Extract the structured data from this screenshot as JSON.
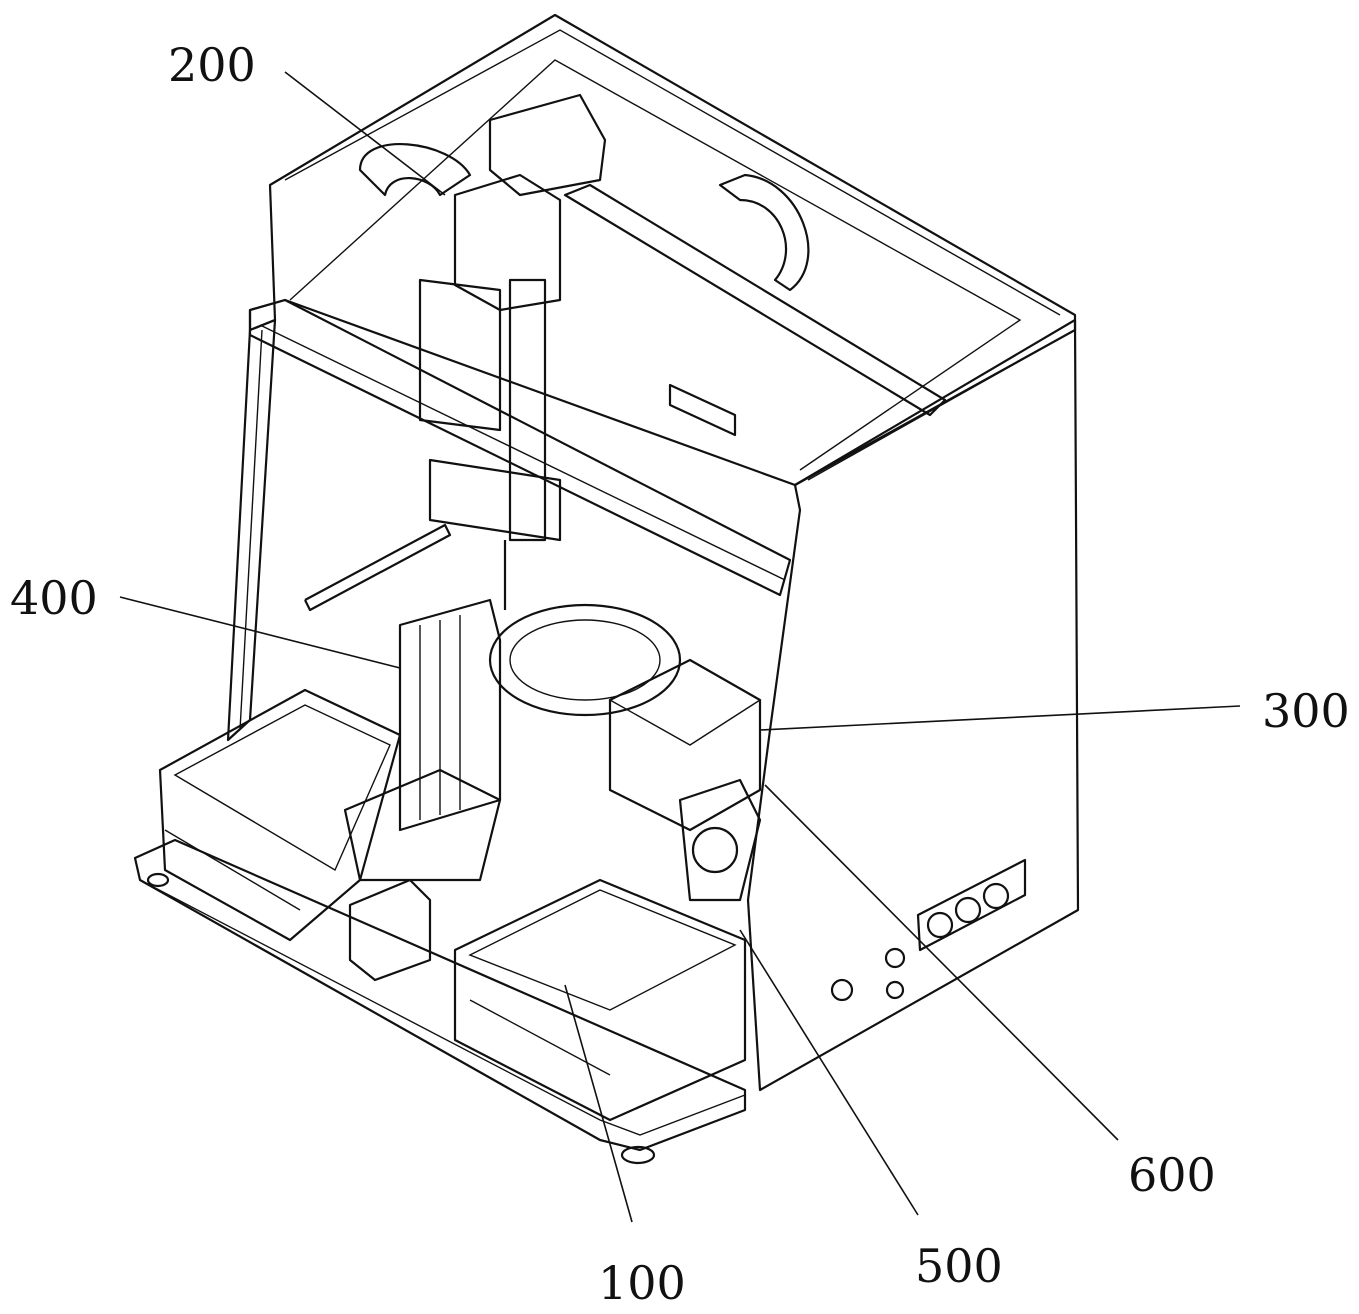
{
  "figure": {
    "labels": {
      "l200": "200",
      "l400": "400",
      "l300": "300",
      "l600": "600",
      "l500": "500",
      "l100": "100"
    },
    "line_color": "#111111",
    "background": "#ffffff"
  }
}
